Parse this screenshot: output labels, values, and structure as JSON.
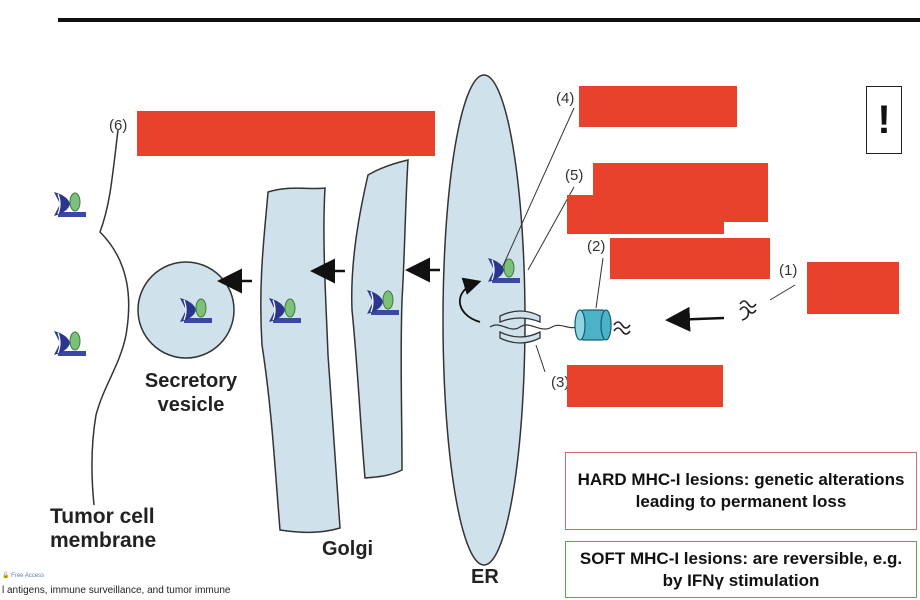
{
  "labels": {
    "n1": "(1)",
    "n2": "(2)",
    "n3": "(3)",
    "n4": "(4)",
    "n5": "(5)",
    "n6": "(6)",
    "secretory_vesicle_line1": "Secretory",
    "secretory_vesicle_line2": "vesicle",
    "tumor_membrane_line1": "Tumor cell",
    "tumor_membrane_line2": "membrane",
    "golgi": "Golgi",
    "er": "ER"
  },
  "legend": {
    "hard": "HARD MHC-I lesions: genetic alterations leading to permanent loss",
    "soft": "SOFT MHC-I lesions: are reversible, e.g. by IFNγ stimulation"
  },
  "badge": "!",
  "footer": {
    "access": "Free Access",
    "citation": "l antigens, immune surveillance, and tumor immune"
  },
  "colors": {
    "redaction": "#e8412c",
    "organelle_fill": "#cfe2ec",
    "mhc_heavy": "#2a3590",
    "mhc_light": "#7cc07c",
    "tap": "#4ab3c8"
  }
}
